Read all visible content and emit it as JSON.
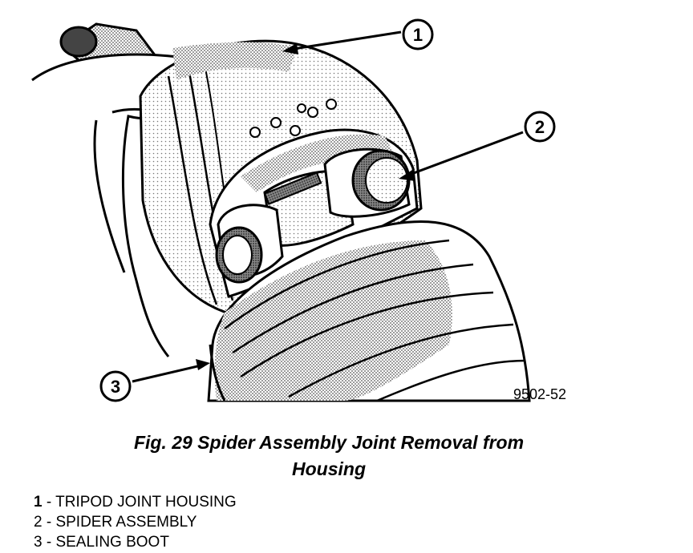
{
  "figure": {
    "code": "9502-52",
    "caption_line1": "Fig. 29 Spider Assembly Joint Removal from",
    "caption_line2": "Housing",
    "callouts": [
      "1",
      "2",
      "3"
    ]
  },
  "legend": [
    {
      "num": "1",
      "text": " - TRIPOD JOINT HOUSING"
    },
    {
      "num": "2",
      "text": " - SPIDER ASSEMBLY"
    },
    {
      "num": "3",
      "text": " - SEALING BOOT"
    }
  ]
}
